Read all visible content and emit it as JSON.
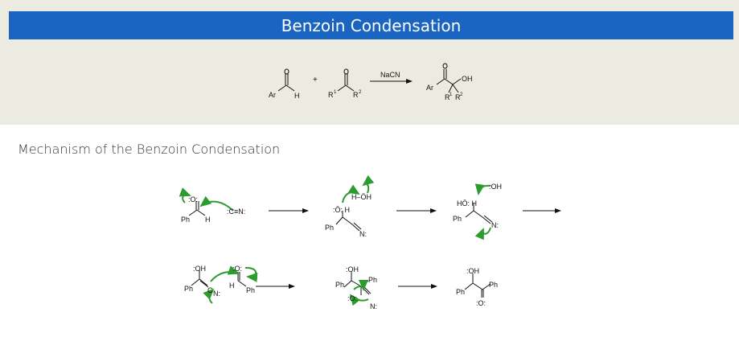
{
  "title": "Benzoin Condensation",
  "section_title": "Mechanism of the Benzoin Condensation",
  "colors": {
    "title_bar": "#1a64c2",
    "arrow_green": "#2e9b2e",
    "page_bg": "#ecebe1"
  },
  "overall_reaction": {
    "plus": "+",
    "reagent": "NaCN",
    "ar": "Ar",
    "h": "H",
    "r1": "R",
    "r1_sup": "1",
    "r2": "R",
    "r2_sup": "2",
    "oh": "OH"
  },
  "mechanism": {
    "o_lp": ":O:",
    "ph": "Ph",
    "h": "H",
    "cyanide": ":C≡N:",
    "oh_lp": ":OH",
    "ho_lp": "HÖ: H",
    "h_oh": "H–ÖH",
    "o_h": ":Ö: H",
    "n_lp": "N:",
    "c": "C",
    "o_bottom": ":O:"
  }
}
